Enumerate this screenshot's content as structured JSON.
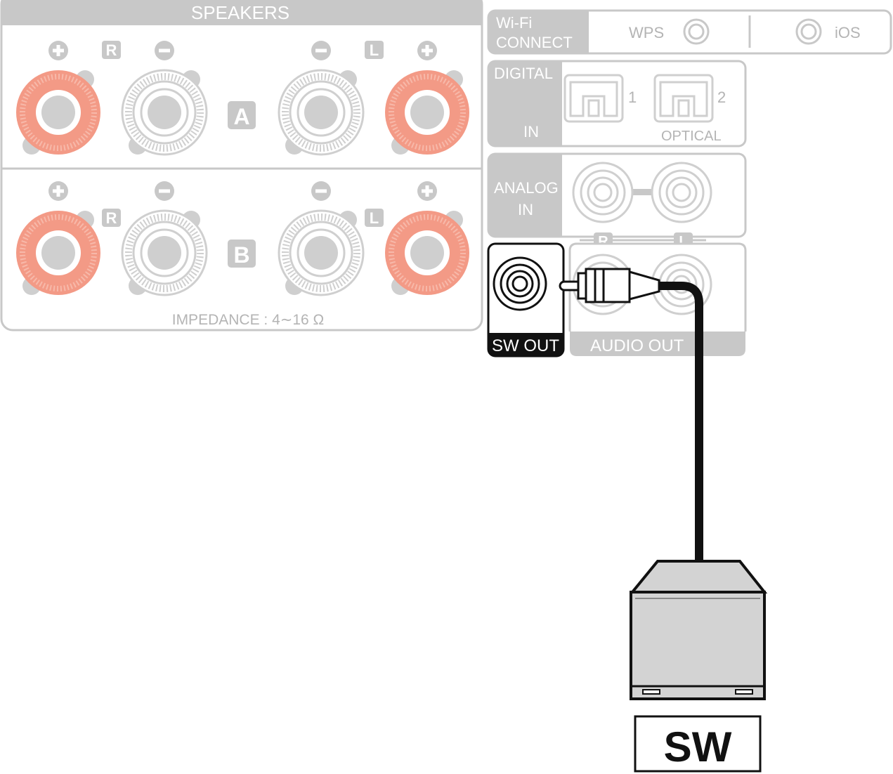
{
  "colors": {
    "panel_fill": "#c8c8c8",
    "panel_stroke": "#c8c8c8",
    "terminal_gray": "#cfcfcf",
    "terminal_red": "#f39a86",
    "connector_dark": "#111111",
    "subwoofer_body": "#d3d3d3",
    "background": "#ffffff"
  },
  "speakers": {
    "title": "SPEAKERS",
    "row_a_label": "A",
    "row_b_label": "B",
    "right_label": "R",
    "left_label": "L",
    "plus_symbol": "+",
    "minus_symbol": "−",
    "impedance": "IMPEDANCE : 4∼16 Ω"
  },
  "wifi": {
    "label_line1": "Wi-Fi",
    "label_line2": "CONNECT",
    "wps_label": "WPS",
    "ios_label": "iOS"
  },
  "digital_in": {
    "label_line1": "DIGITAL",
    "label_line2": "IN",
    "port1_number": "1",
    "port2_number": "2",
    "port_type": "OPTICAL"
  },
  "analog_in": {
    "label_line1": "ANALOG",
    "label_line2": "IN",
    "right_label": "R",
    "left_label": "L"
  },
  "sw_out": {
    "label": "SW OUT"
  },
  "audio_out": {
    "label": "AUDIO OUT"
  },
  "subwoofer": {
    "label": "SW"
  }
}
